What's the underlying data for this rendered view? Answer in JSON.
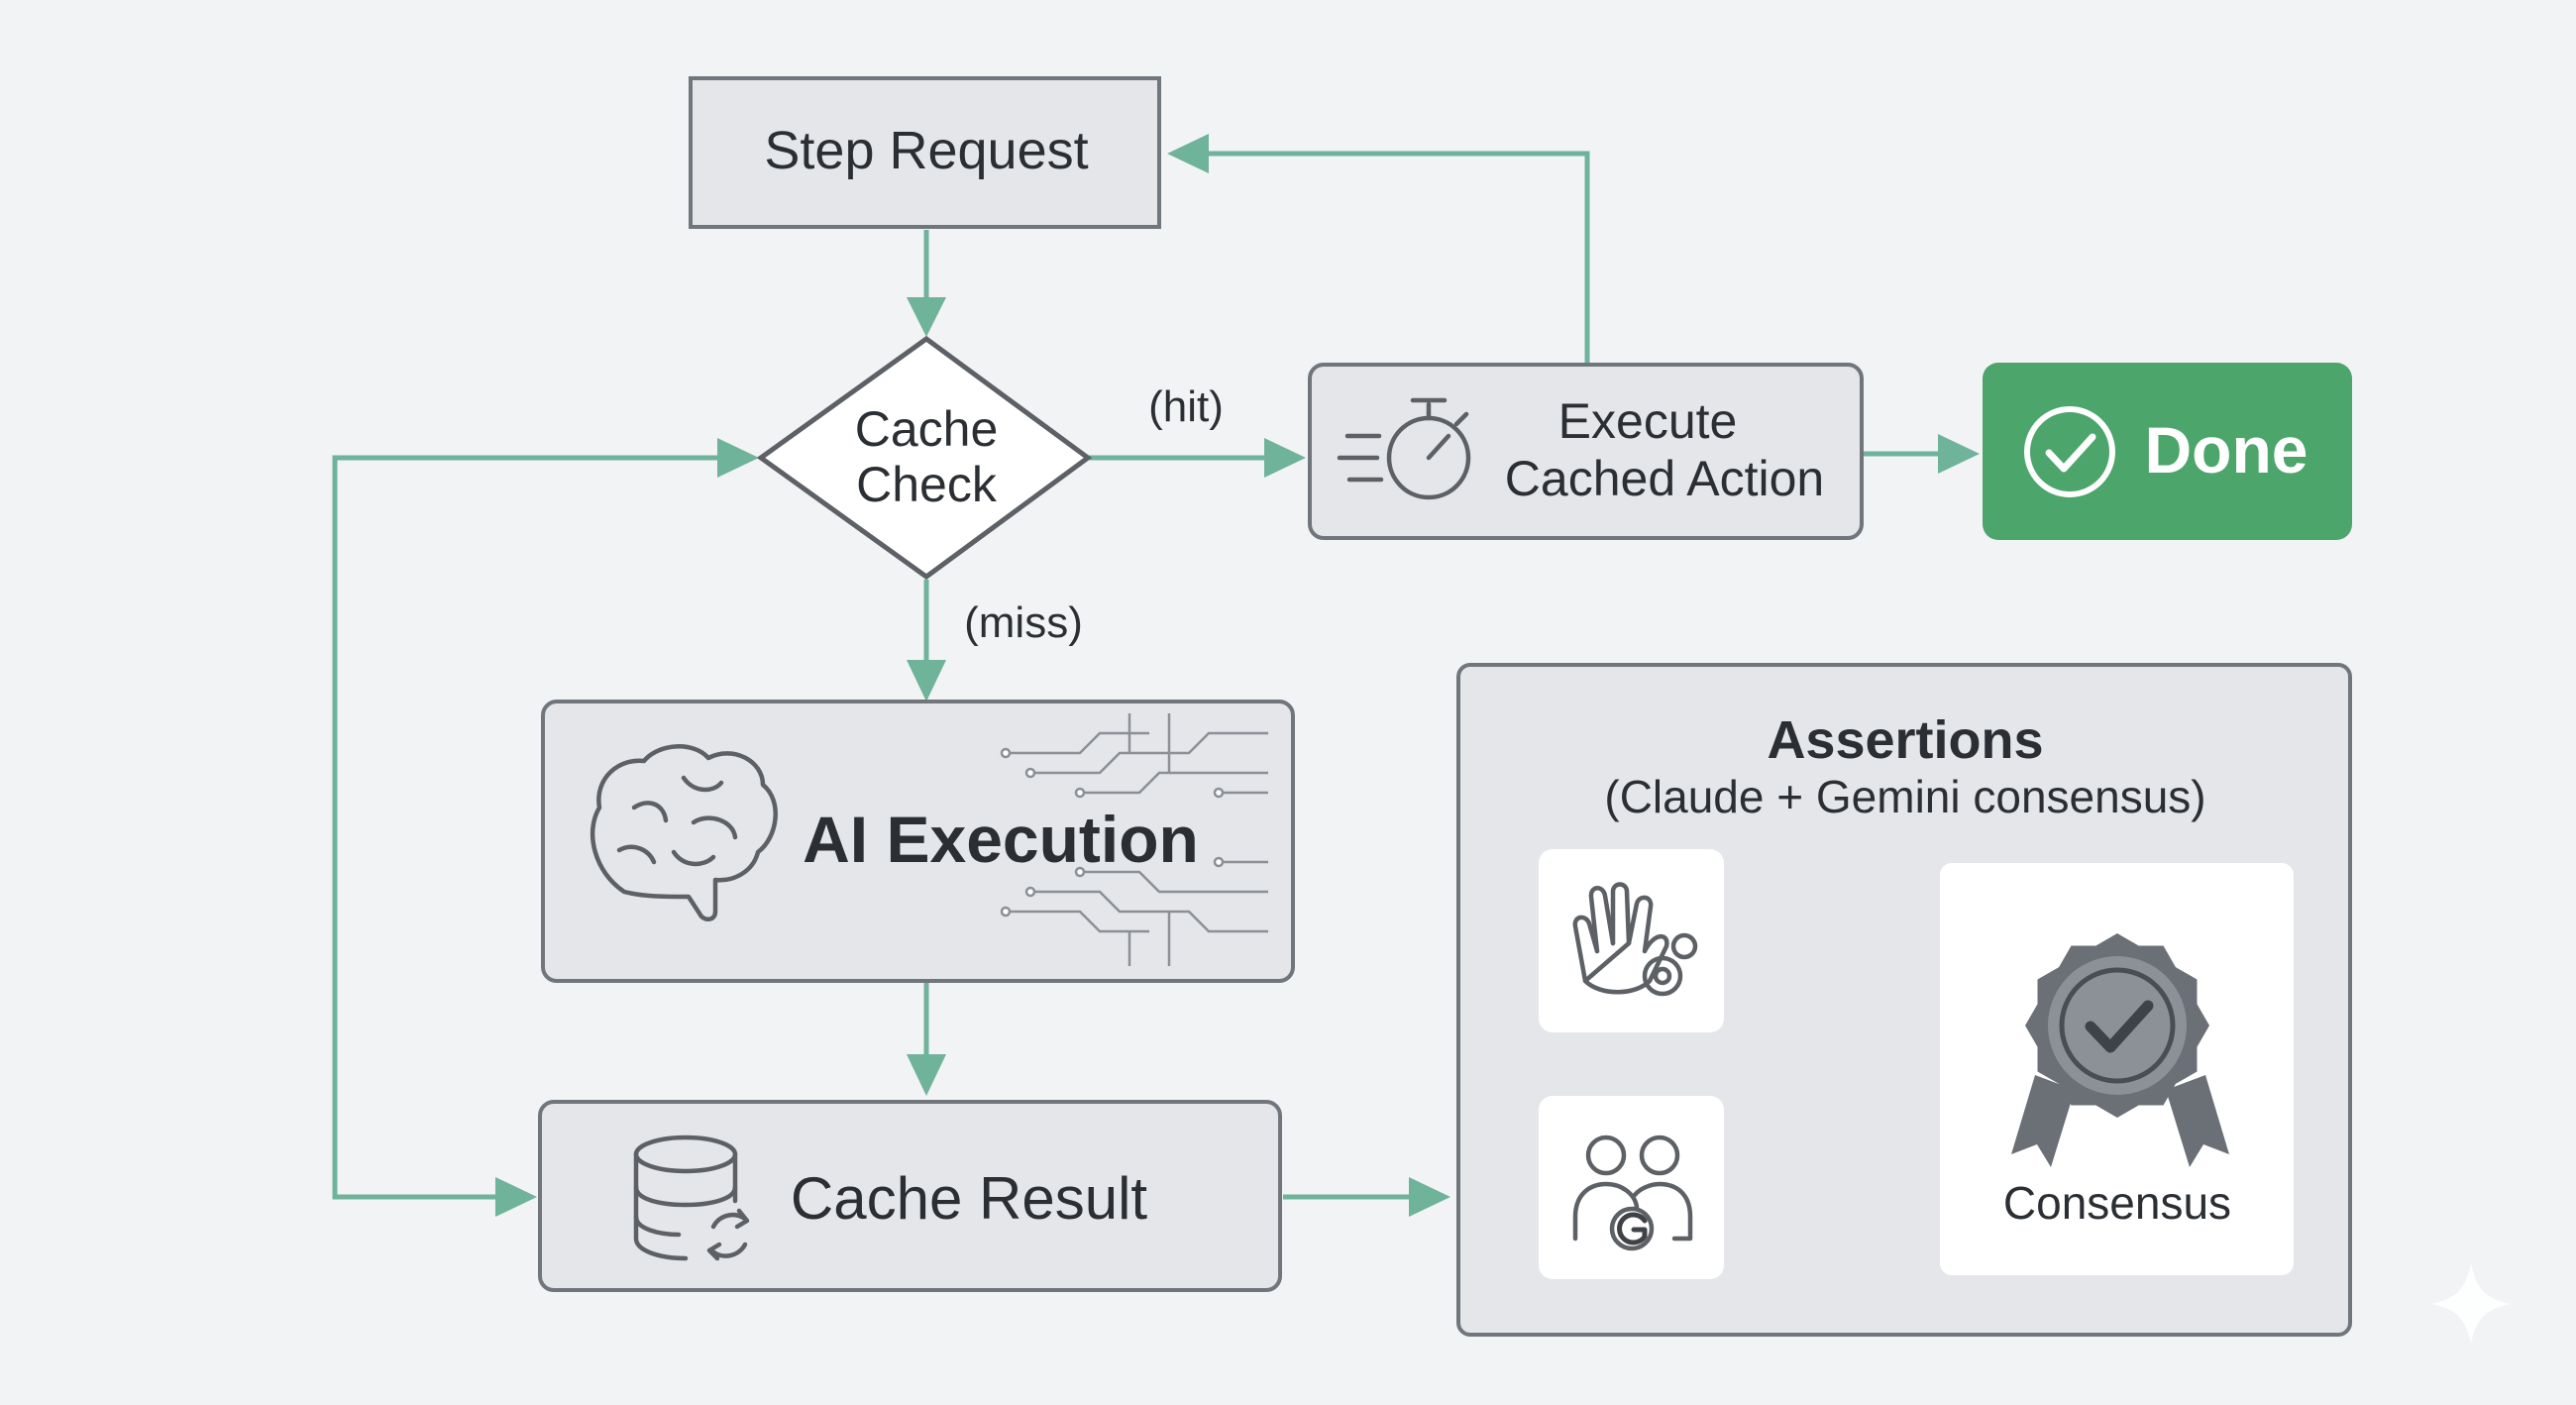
{
  "nodes": {
    "step_request": "Step Request",
    "cache_check": [
      "Cache",
      "Check"
    ],
    "execute_cached": [
      "Execute",
      "Cached Action"
    ],
    "done": "Done",
    "ai_execution": "AI Execution",
    "cache_result": "Cache Result",
    "assertions_title": "Assertions",
    "assertions_subtitle": "(Claude + Gemini consensus)",
    "consensus": "Consensus"
  },
  "edge_labels": {
    "hit": "(hit)",
    "miss": "(miss)"
  },
  "icons": {
    "execute_cached": "stopwatch-icon",
    "done": "check-circle-icon",
    "ai_execution": "brain-icon",
    "cache_result": "database-sync-icon",
    "claude": "hand-gear-icon",
    "gemini": "people-g-icon",
    "consensus": "award-badge-check-icon"
  },
  "colors": {
    "edge": "#6fb39a",
    "done_fill": "#4ca56a",
    "box_fill": "#e4e6e9",
    "box_stroke": "#70767c",
    "background": "#f2f3f5"
  }
}
